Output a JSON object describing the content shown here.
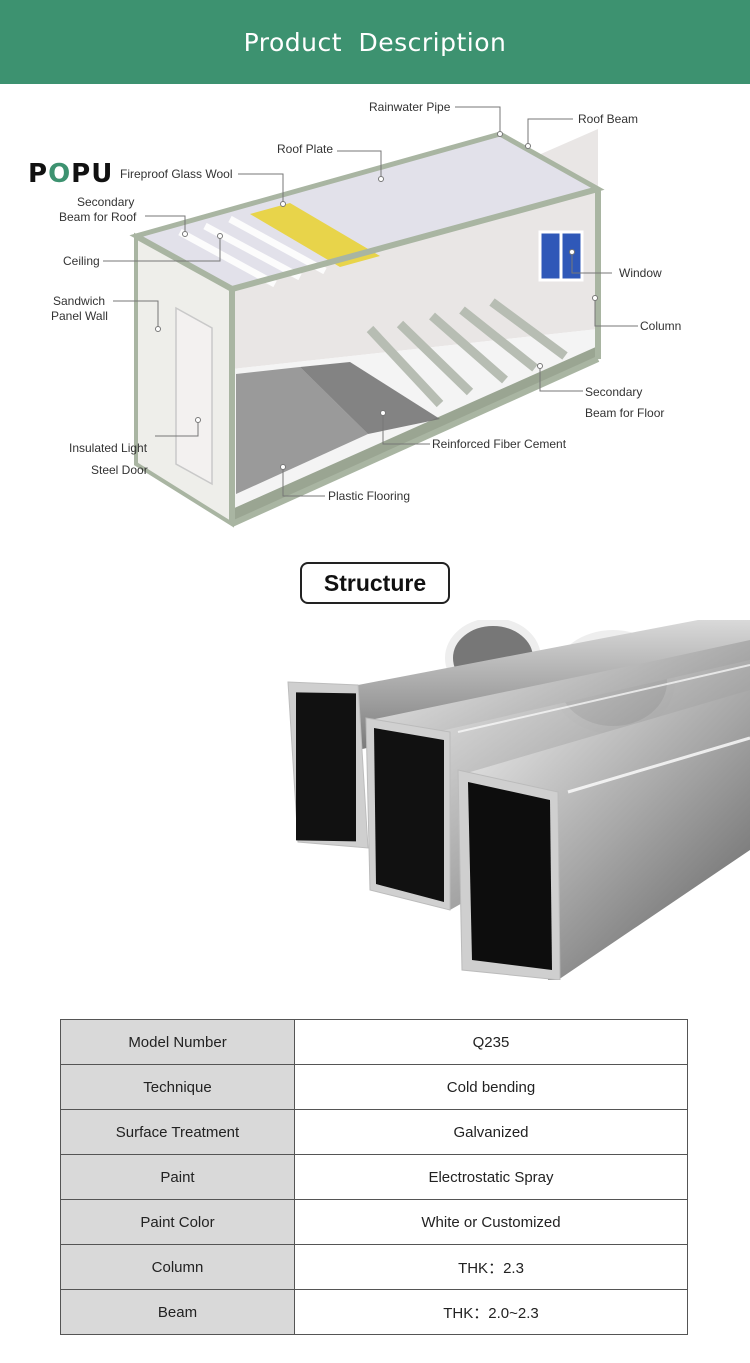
{
  "header": {
    "title": "Product  Description"
  },
  "brand": {
    "logo_text_1": "P",
    "logo_text_2": "O",
    "logo_text_3": "PU"
  },
  "diagram": {
    "callouts": {
      "rainwater_pipe": "Rainwater Pipe",
      "roof_beam": "Roof Beam",
      "roof_plate": "Roof Plate",
      "fireproof_glass_wool": "Fireproof Glass Wool",
      "secondary_beam_roof_1": "Secondary",
      "secondary_beam_roof_2": "Beam for Roof",
      "ceiling": "Ceiling",
      "sandwich_panel_1": "Sandwich",
      "sandwich_panel_2": "Panel Wall",
      "window": "Window",
      "column": "Column",
      "secondary_beam_floor_1": "Secondary",
      "secondary_beam_floor_2": "Beam for Floor",
      "insulated_door_1": "Insulated Light",
      "insulated_door_2": "Steel Door",
      "reinforced_fiber_cement": "Reinforced Fiber Cement",
      "plastic_flooring": "Plastic Flooring"
    }
  },
  "structure": {
    "button_label": "Structure"
  },
  "specs": {
    "rows": [
      {
        "key": "Model Number",
        "value": "Q235"
      },
      {
        "key": "Technique",
        "value": "Cold bending"
      },
      {
        "key": "Surface Treatment",
        "value": "Galvanized"
      },
      {
        "key": "Paint",
        "value": "Electrostatic Spray"
      },
      {
        "key": "Paint Color",
        "value": "White or Customized"
      },
      {
        "key": "Column",
        "value": "THK：2.3"
      },
      {
        "key": "Beam",
        "value": "THK：2.0~2.3"
      }
    ]
  },
  "colors": {
    "header_bg": "#3d9270",
    "frame": "#a9b5a2",
    "insulation": "#e8d44a"
  }
}
